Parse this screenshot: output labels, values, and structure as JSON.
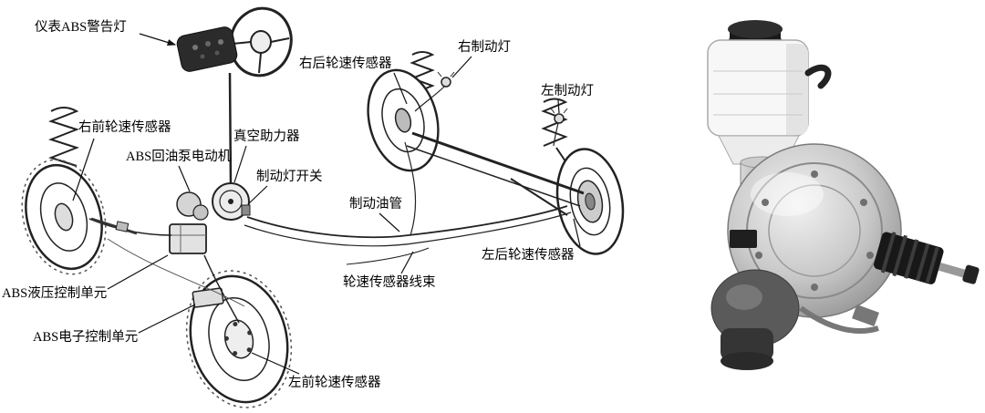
{
  "labels": {
    "instrument_abs_warning_light": "仪表ABS警告灯",
    "right_rear_wheel_speed_sensor": "右后轮速传感器",
    "right_brake_light": "右制动灯",
    "left_brake_light": "左制动灯",
    "right_front_wheel_speed_sensor": "右前轮速传感器",
    "vacuum_booster": "真空助力器",
    "abs_return_pump_motor": "ABS回油泵电动机",
    "brake_light_switch": "制动灯开关",
    "brake_oil_pipe": "制动油管",
    "left_rear_wheel_speed_sensor": "左后轮速传感器",
    "abs_hydraulic_control_unit": "ABS液压控制单元",
    "wheel_speed_sensor_harness": "轮速传感器线束",
    "abs_electronic_control_unit": "ABS电子控制单元",
    "left_front_wheel_speed_sensor": "左前轮速传感器"
  },
  "colors": {
    "line": "#1a1a1a",
    "text": "#000000",
    "background": "#ffffff"
  }
}
